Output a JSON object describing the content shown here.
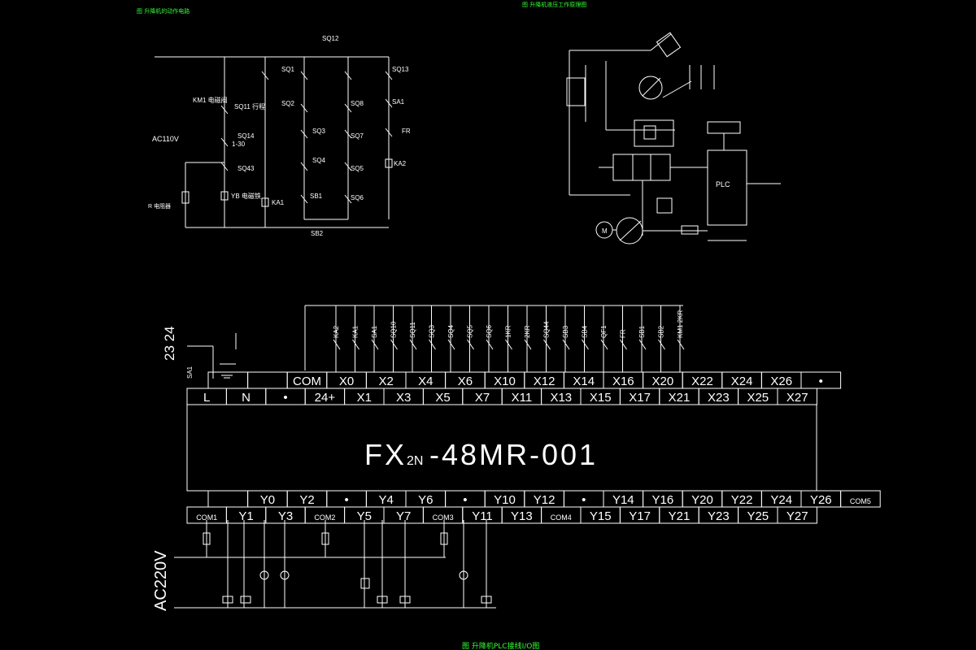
{
  "captions": {
    "top_left": "图 升降机的动作电路",
    "top_right": "图 升降机液压工作原理图",
    "bottom": "图 升降机PLC接线I/O图"
  },
  "relay": {
    "ac_label": "AC110V",
    "r_label": "R 电阻器",
    "left_items": [
      "KM1 电磁阀",
      "SQ11 行程",
      "SQ14",
      "1-30",
      "SQ43",
      "YB 电磁铁"
    ],
    "center_items": [
      "SQ12",
      "SQ1",
      "SQ2",
      "SQ3",
      "SQ4",
      "SB1",
      "KA1",
      "SQ13",
      "SA1",
      "FR",
      "SQ8",
      "SQ7",
      "SQ5",
      "SQ6",
      "KA2",
      "SB2"
    ]
  },
  "hydraulic": {
    "plc_label": "PLC",
    "motor_label": "M"
  },
  "plc": {
    "model": "FX2N-48MR-001",
    "model_main": "FX",
    "model_sub": "2N",
    "model_rest": "-48MR-001",
    "voltage_in": "23 24",
    "voltage_out": "AC220V",
    "sa1": "SA1",
    "input_top": [
      "",
      "",
      "COM",
      "X0",
      "X2",
      "X4",
      "X6",
      "X10",
      "X12",
      "X14",
      "X16",
      "X20",
      "X22",
      "X24",
      "X26",
      "•"
    ],
    "input_bottom": [
      "L",
      "N",
      "•",
      "24+",
      "X1",
      "X3",
      "X5",
      "X7",
      "X11",
      "X13",
      "X15",
      "X17",
      "X21",
      "X23",
      "X25",
      "X27"
    ],
    "output_top": [
      "",
      "Y0",
      "Y2",
      "•",
      "Y4",
      "Y6",
      "•",
      "Y10",
      "Y12",
      "•",
      "Y14",
      "Y16",
      "Y20",
      "Y22",
      "Y24",
      "Y26",
      "COM5"
    ],
    "output_bottom": [
      "COM1",
      "Y1",
      "Y3",
      "COM2",
      "Y5",
      "Y7",
      "COM3",
      "Y11",
      "Y13",
      "COM4",
      "Y15",
      "Y17",
      "Y21",
      "Y23",
      "Y25",
      "Y27"
    ],
    "input_labels": [
      "KA2",
      "KA1",
      "SA1",
      "SQ10",
      "SQ11",
      "SQ3",
      "SQ4",
      "SQ5",
      "SQ6",
      "1KR",
      "2KR",
      "SQ44",
      "SB3",
      "SB4",
      "QF1",
      "FR",
      "SB1",
      "SB2",
      "KM1 2KR"
    ]
  }
}
